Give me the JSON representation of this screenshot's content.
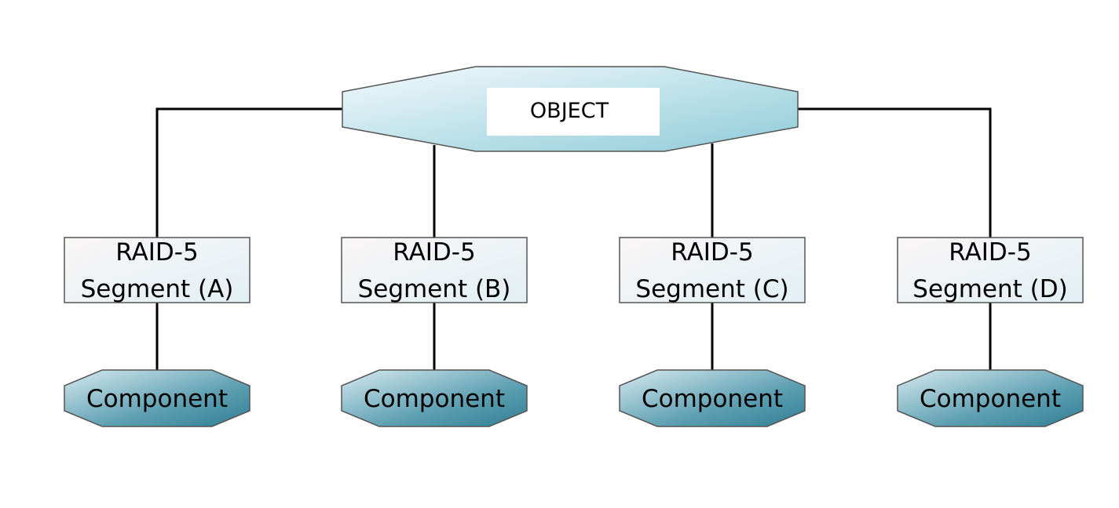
{
  "diagram": {
    "root": {
      "label": "OBJECT"
    },
    "segments": [
      {
        "line1": "RAID-5",
        "line2": "Segment (A)",
        "component": "Component"
      },
      {
        "line1": "RAID-5",
        "line2": "Segment (B)",
        "component": "Component"
      },
      {
        "line1": "RAID-5",
        "line2": "Segment (C)",
        "component": "Component"
      },
      {
        "line1": "RAID-5",
        "line2": "Segment (D)",
        "component": "Component"
      }
    ],
    "colors": {
      "root_gradient_start": "#f3fafc",
      "root_gradient_end": "#8ecbd9",
      "segment_fill_start": "#faf6f6",
      "segment_fill_end": "#e2f0f5",
      "component_gradient_start": "#d6eaf0",
      "component_gradient_end": "#2f7f95",
      "line": "#000000",
      "border": "#555555"
    }
  }
}
